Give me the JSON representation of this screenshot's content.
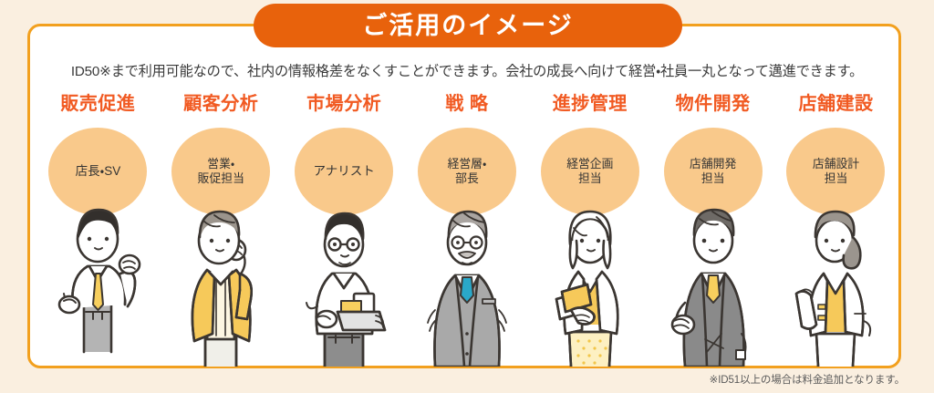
{
  "banner": {
    "title": "ご活用のイメージ",
    "bg_color": "#e8620c",
    "text_color": "#ffffff"
  },
  "lead_text": "ID50※まで利用可能なので、社内の情報格差をなくすことができます。会社の成長へ向けて経営・社員一丸となって邁進できます。",
  "footnote": "※ID51以上の場合は料金追加となります。",
  "colors": {
    "page_background": "#faefe0",
    "card_background": "#ffffff",
    "card_border": "#f2a01e",
    "heading": "#f15a22",
    "bubble": "#f9c98b",
    "body_text": "#3a3a3a"
  },
  "columns": [
    {
      "heading": "販売促進",
      "role": "店長・SV",
      "figure_name": "store-manager-figure",
      "figure_desc": "white-shirt-man-with-yellow-tie-fists-up"
    },
    {
      "heading": "顧客分析",
      "role": "営業・\n販促担当",
      "figure_name": "sales-staff-figure",
      "figure_desc": "man-in-yellow-jacket-on-phone"
    },
    {
      "heading": "市場分析",
      "role": "アナリスト",
      "figure_name": "analyst-figure",
      "figure_desc": "man-with-round-glasses-holding-tablet"
    },
    {
      "heading": "戦 略",
      "role": "経営層・\n部長",
      "figure_name": "executive-figure",
      "figure_desc": "senior-man-gray-suit-blue-tie-mustache"
    },
    {
      "heading": "進捗管理",
      "role": "経営企画\n担当",
      "figure_name": "planning-staff-figure",
      "figure_desc": "woman-with-folders-white-jacket"
    },
    {
      "heading": "物件開発",
      "role": "店舗開発\n担当",
      "figure_name": "development-staff-figure",
      "figure_desc": "man-in-dark-gray-suit-yellow-tie"
    },
    {
      "heading": "店舗建設",
      "role": "店舗設計\n担当",
      "figure_name": "design-staff-figure",
      "figure_desc": "woman-with-ponytail-holding-rolled-plans"
    }
  ]
}
